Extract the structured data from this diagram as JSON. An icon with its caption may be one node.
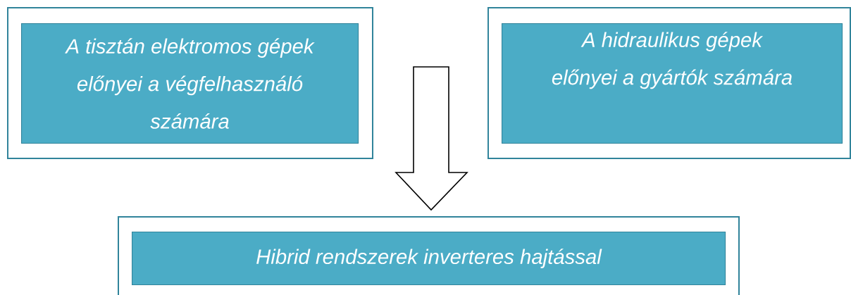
{
  "diagram": {
    "nodes": [
      {
        "text": [],
        "shape": "box"
      },
      {
        "text": [
          "A tisztán elektromos gépek előnyei a végfelhasználó számára"
        ],
        "in": 0
      },
      {
        "text": [],
        "shape": "box"
      },
      {
        "text": [
          "A hidraulikus gépek előnyei a gyártók számára"
        ],
        "in": 2
      },
      {
        "text": [],
        "shape": "box"
      },
      {
        "text": [
          "Hibrid rendszerek inverteres hajtással"
        ],
        "in": 4
      }
    ],
    "edges": [
      {
        "from": null,
        "to": 4,
        "arrow": "to"
      }
    ]
  }
}
